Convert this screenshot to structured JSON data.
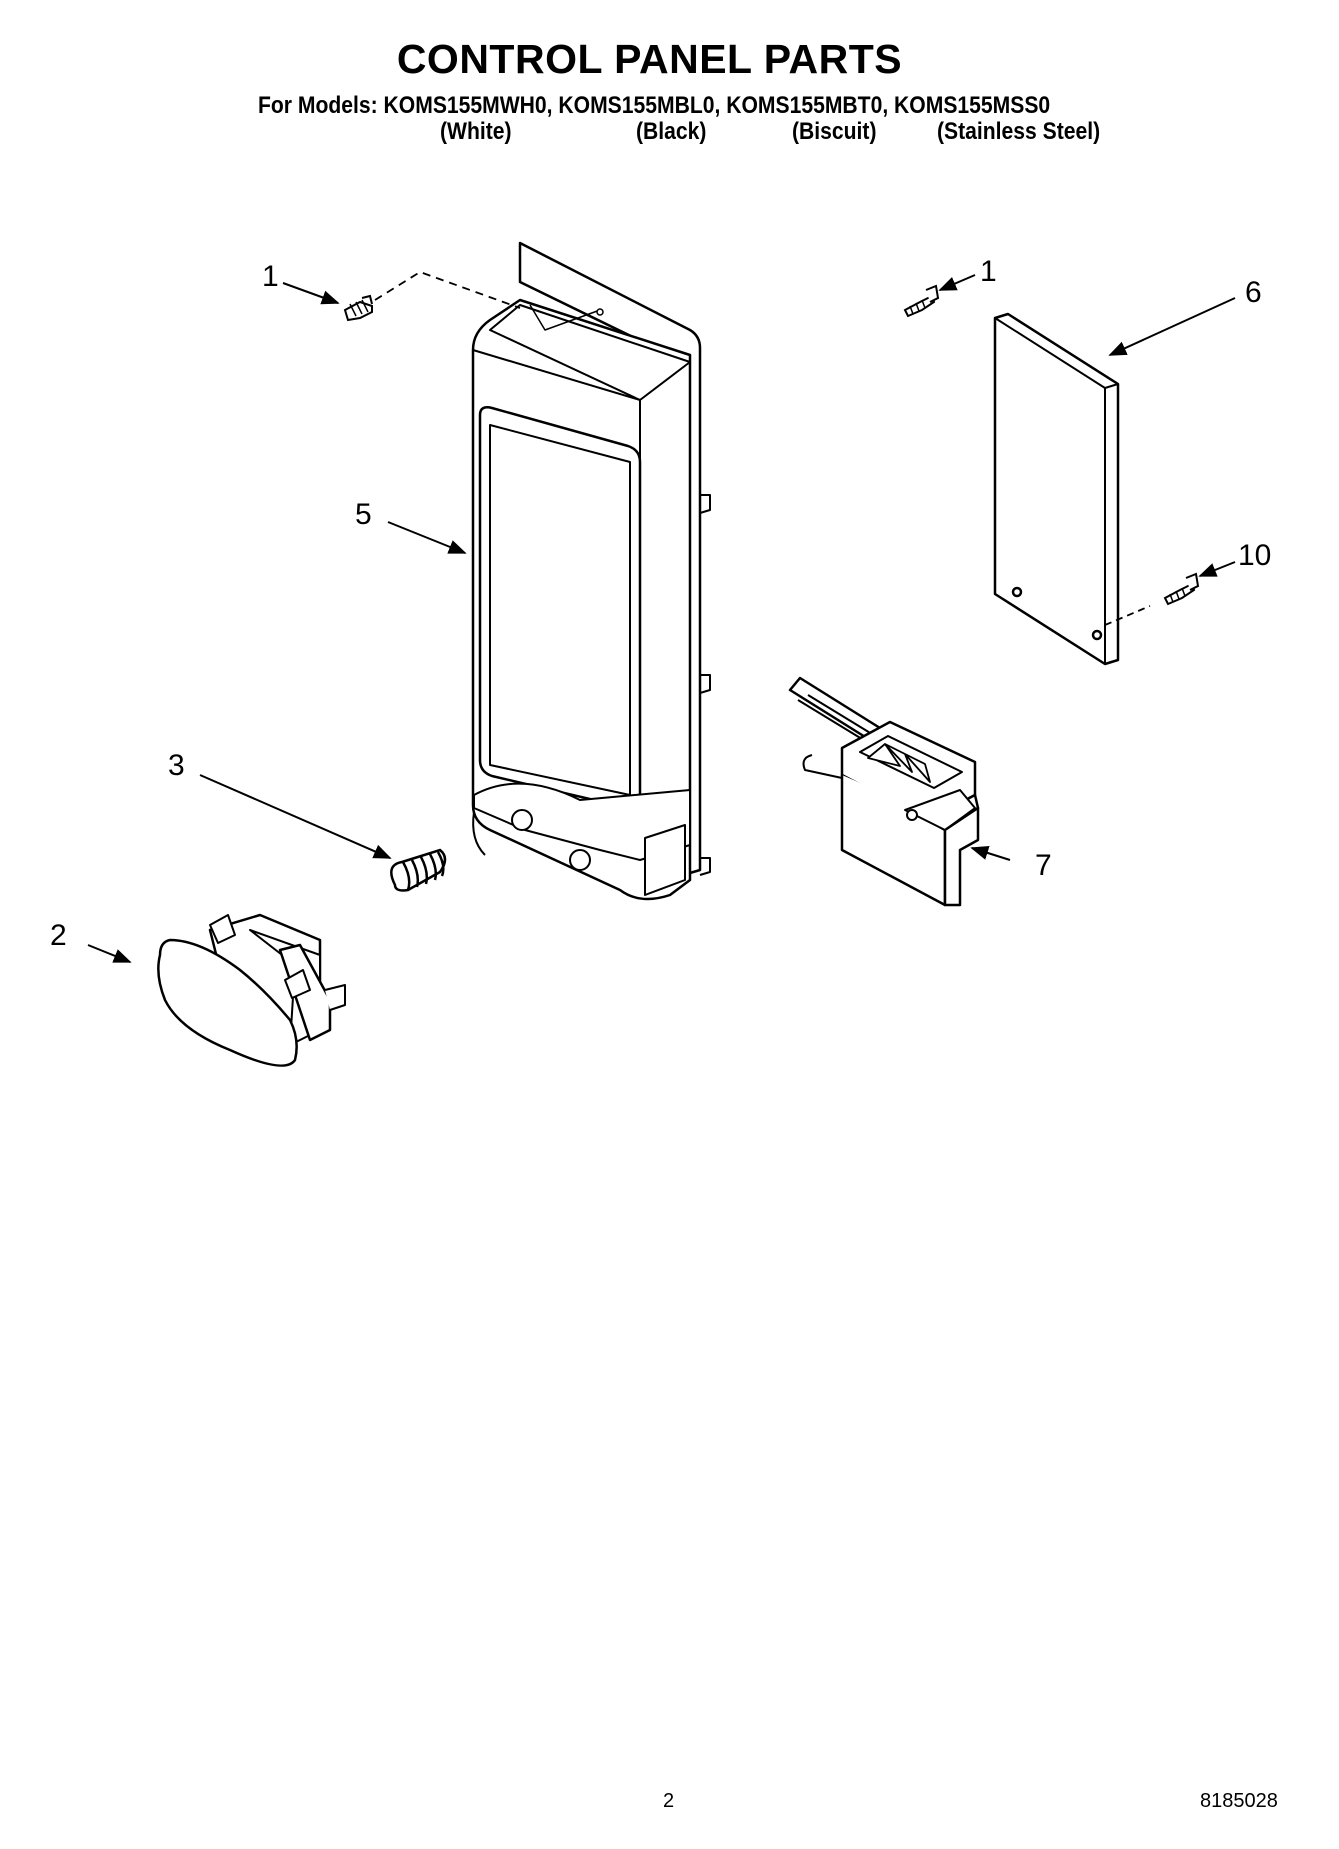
{
  "header": {
    "title": "CONTROL PANEL PARTS",
    "models_line": "For Models: KOMS155MWH0, KOMS155MBL0, KOMS155MBT0, KOMS155MSS0",
    "variants": [
      "(White)",
      "(Black)",
      "(Biscuit)",
      "(Stainless Steel)"
    ]
  },
  "callouts": {
    "screw_left": "1",
    "screw_right": "1",
    "button": "2",
    "spring": "3",
    "panel": "5",
    "cover": "6",
    "bracket": "7",
    "screw_cover": "10"
  },
  "footer": {
    "page_number": "2",
    "doc_number": "8185028"
  }
}
